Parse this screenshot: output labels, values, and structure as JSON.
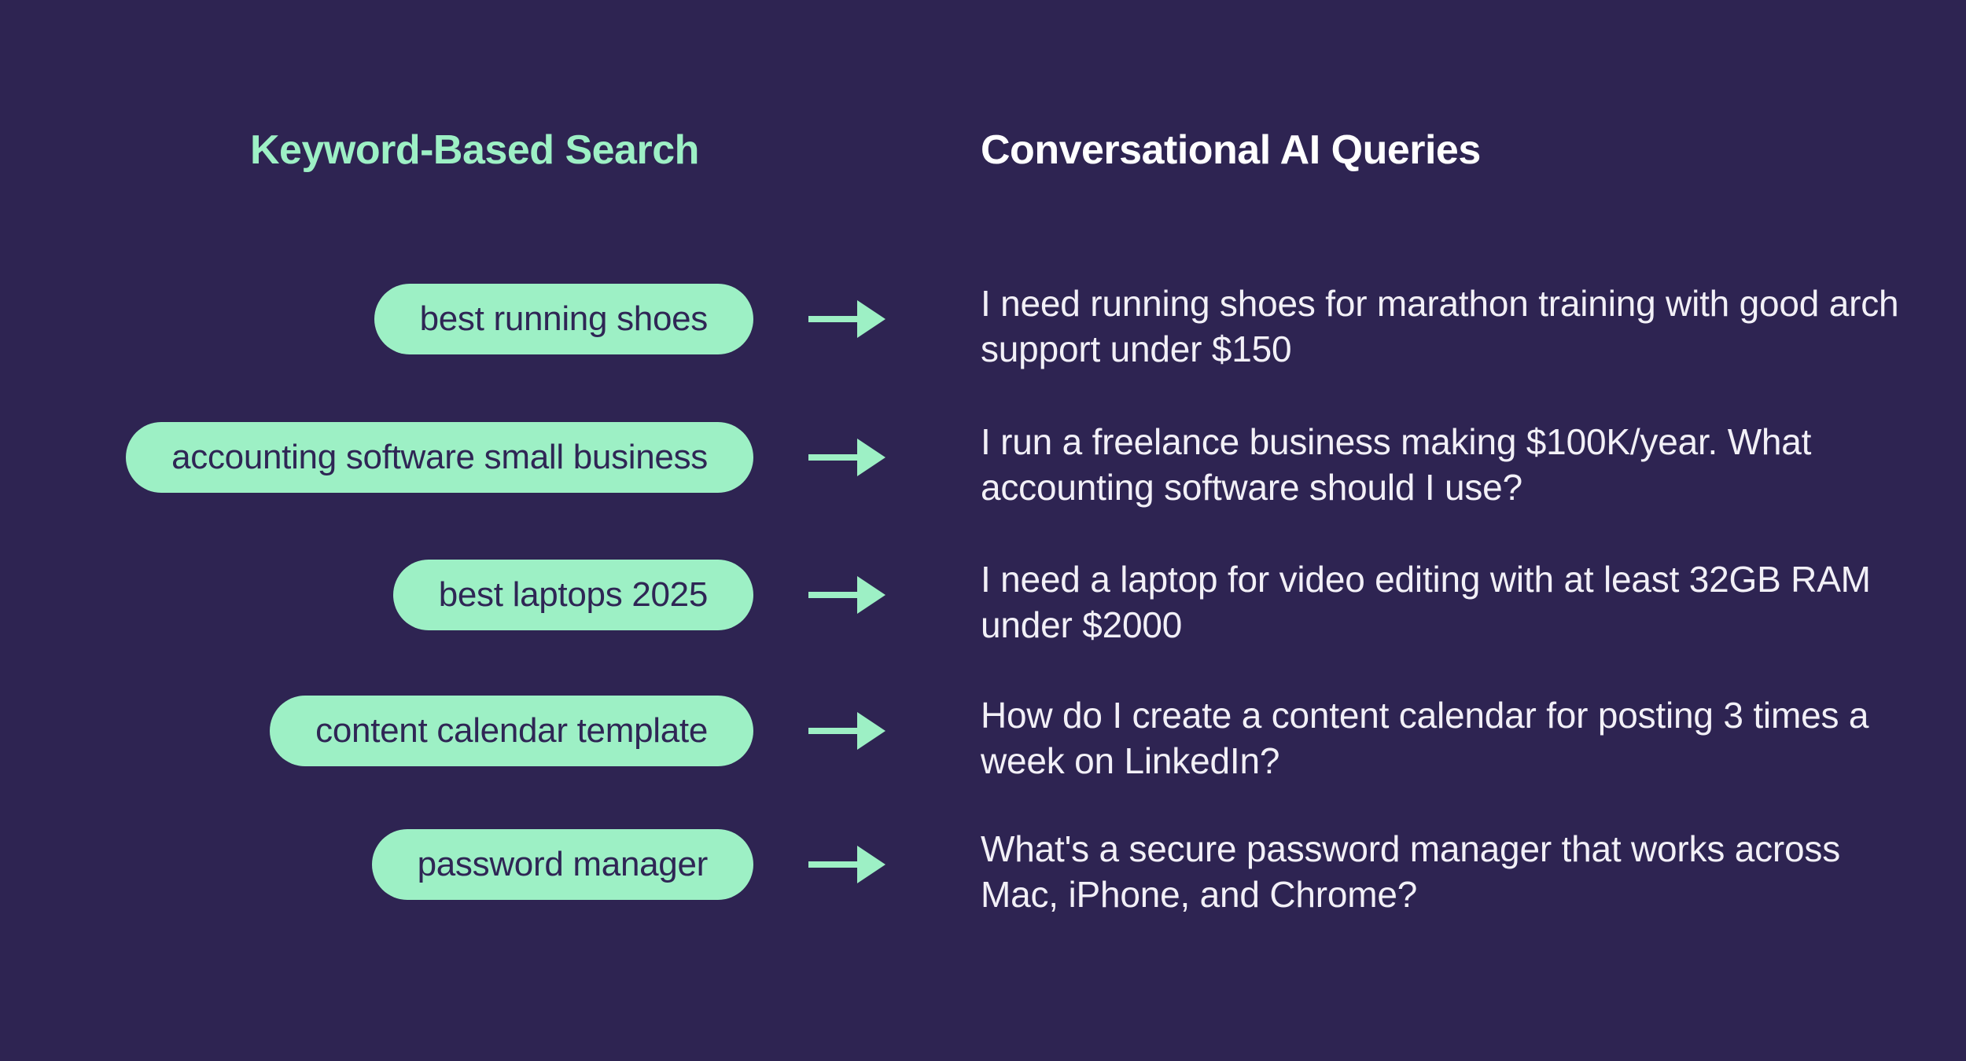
{
  "theme": {
    "bg": "#2E2452",
    "accent": "#9DF0C5",
    "pill_text": "#2F2655",
    "query_text": "#F2F0F7",
    "right_title_color": "#FFFFFF"
  },
  "headers": {
    "left": "Keyword-Based Search",
    "right": "Conversational AI Queries"
  },
  "icons": {
    "arrow": "arrow-right-icon"
  },
  "rows": [
    {
      "keyword": "best running shoes",
      "query_lines": [
        "I need running shoes for marathon training with good arch",
        "support under $150"
      ]
    },
    {
      "keyword": "accounting software small business",
      "query_lines": [
        "I run a freelance business making $100K/year. What",
        "accounting software should I use?"
      ]
    },
    {
      "keyword": "best laptops 2025",
      "query_lines": [
        "I need a laptop for video editing with at least 32GB RAM",
        "under $2000"
      ]
    },
    {
      "keyword": "content calendar template",
      "query_lines": [
        "How do I create a content calendar for posting 3 times a",
        "week on LinkedIn?"
      ]
    },
    {
      "keyword": "password manager",
      "query_lines": [
        "What's a secure password manager that works across",
        "Mac, iPhone, and Chrome?"
      ]
    }
  ]
}
